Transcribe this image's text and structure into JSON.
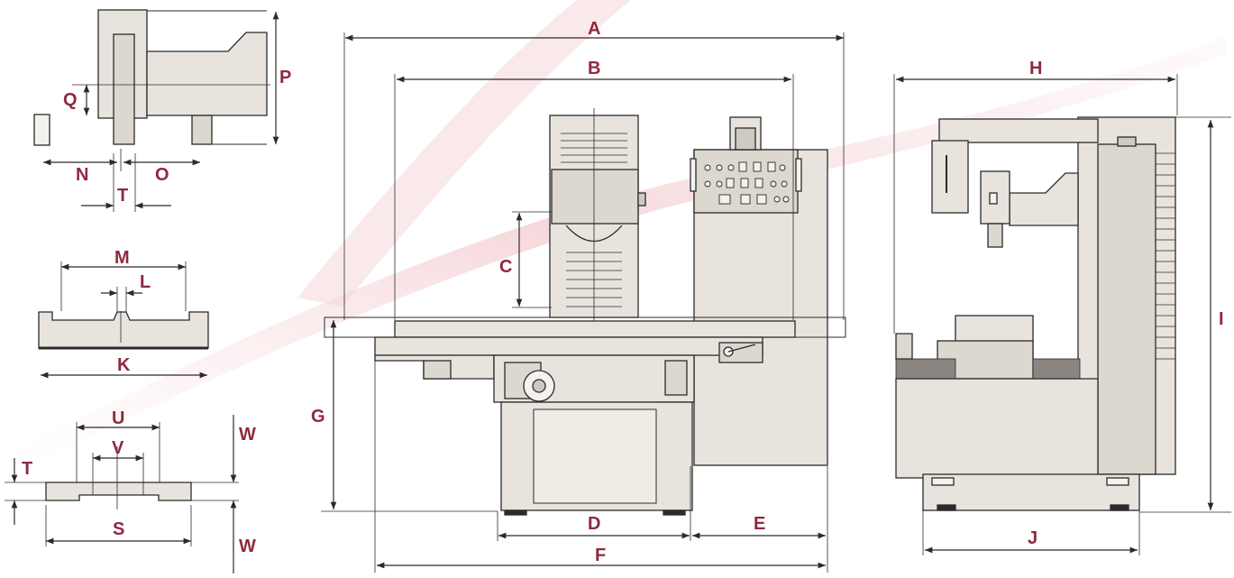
{
  "colors": {
    "line": "#2b2b2b",
    "machine_fill": "#e8e4dd",
    "machine_shadow": "#cfcac1",
    "label": "#8e2a3e",
    "swoosh": "#f2c9cd"
  },
  "labels": {
    "A": "A",
    "B": "B",
    "C": "C",
    "D": "D",
    "E": "E",
    "F": "F",
    "G": "G",
    "H": "H",
    "I": "I",
    "J": "J",
    "K": "K",
    "L": "L",
    "M": "M",
    "N": "N",
    "O": "O",
    "P": "P",
    "Q": "Q",
    "S": "S",
    "T1": "T",
    "T2": "T",
    "U": "U",
    "V": "V",
    "W1": "W",
    "W2": "W"
  }
}
